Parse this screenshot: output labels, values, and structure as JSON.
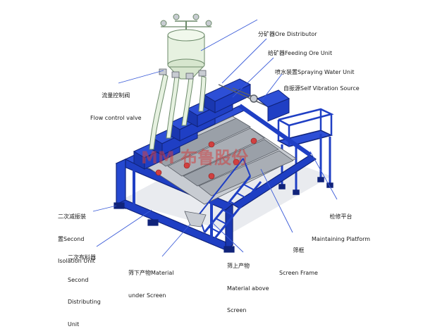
{
  "watermark": "MM 布鲁股份",
  "labels": {
    "ore_distributor": "分矿器Ore Distributor",
    "feeding_ore_unit": "给矿器Feeding Ore Unit",
    "spraying_water_unit": "喷水装置Spraying Water Unit",
    "self_vibration_source": "自振源Self Vibration Source",
    "flow_control_valve": [
      "流量控制阀",
      "Flow control valve"
    ],
    "second_isolation_unit": [
      "二次减振装",
      "置Second",
      "Isolation Unit"
    ],
    "maintaining_platform": [
      "检修平台",
      "Maintaining Platform"
    ],
    "screen_frame": [
      "筛框",
      "Screen Frame"
    ],
    "second_distributing_unit": [
      "二次布料器",
      "Second",
      "Distributing",
      "Unit"
    ],
    "material_under_screen": [
      "筛下产物Material",
      "under Screen"
    ],
    "material_above_screen": [
      "筛上产物",
      "Material above",
      "Screen"
    ]
  },
  "colors": {
    "frame_blue": "#1f3fc4",
    "frame_dark": "#10237a",
    "hopper_pale": "#e6f1e0",
    "panel_grey": "#9aa0a8",
    "leader_blue": "#3a5bd8",
    "watermark_red": "#d04040"
  }
}
